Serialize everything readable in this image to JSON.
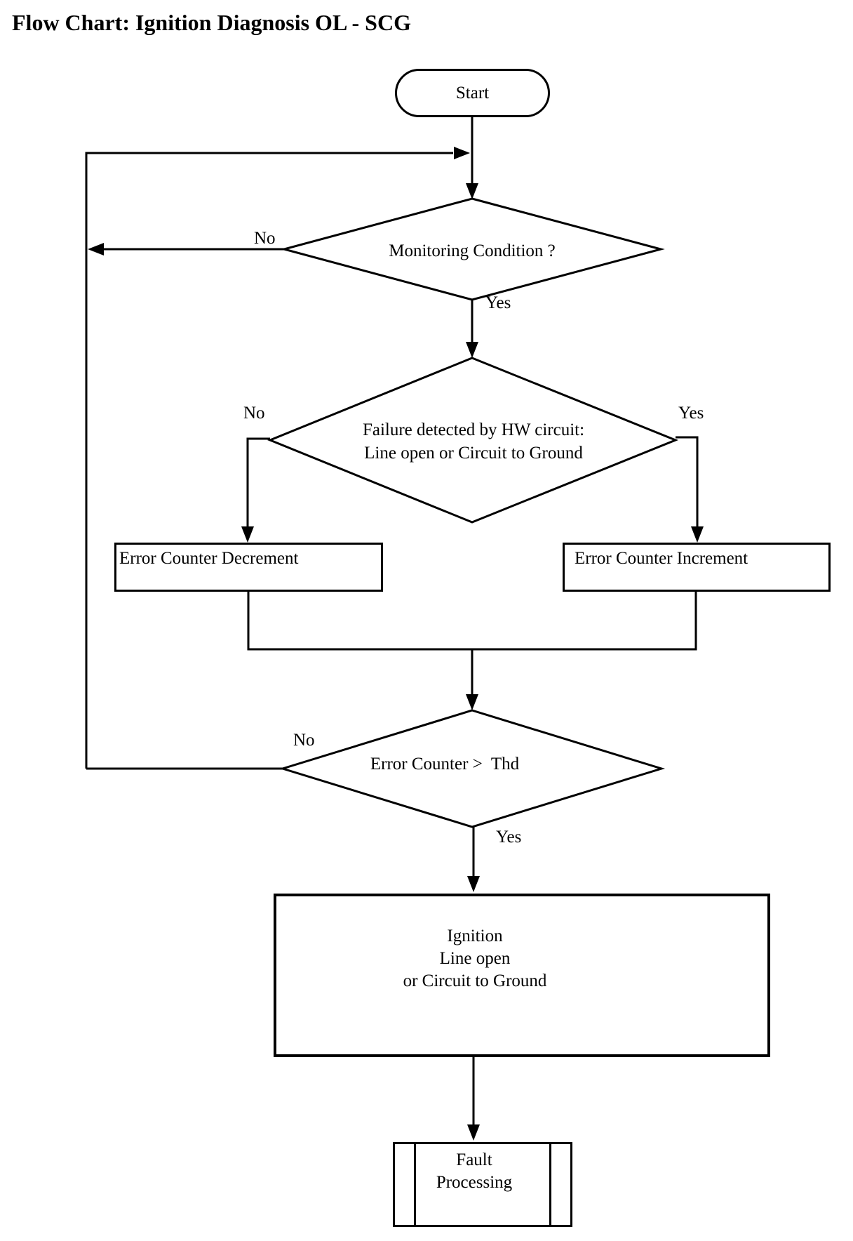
{
  "page": {
    "title": "Flow Chart: Ignition Diagnosis OL - SCG"
  },
  "colors": {
    "ink": "#000000",
    "paper": "#ffffff"
  },
  "nodes": {
    "start": {
      "type": "terminator",
      "label": "Start"
    },
    "monitoring": {
      "type": "decision",
      "label": "Monitoring Condition ?"
    },
    "failure": {
      "type": "decision",
      "line1": "Failure detected by HW circuit:",
      "line2": "Line open or Circuit to Ground"
    },
    "decrement": {
      "type": "process",
      "label": "Error Counter Decrement"
    },
    "increment": {
      "type": "process",
      "label": "Error Counter Increment"
    },
    "threshold": {
      "type": "decision",
      "label": "Error Counter >  Thd"
    },
    "ignition": {
      "type": "process",
      "line1": "Ignition",
      "line2": "Line open",
      "line3": "or Circuit to Ground"
    },
    "fault": {
      "type": "predefined-process",
      "line1": "Fault",
      "line2": "Processing"
    }
  },
  "labels": {
    "monitoring_no": "No",
    "monitoring_yes": "Yes",
    "failure_no": "No",
    "failure_yes": "Yes",
    "threshold_no": "No",
    "threshold_yes": "Yes"
  }
}
